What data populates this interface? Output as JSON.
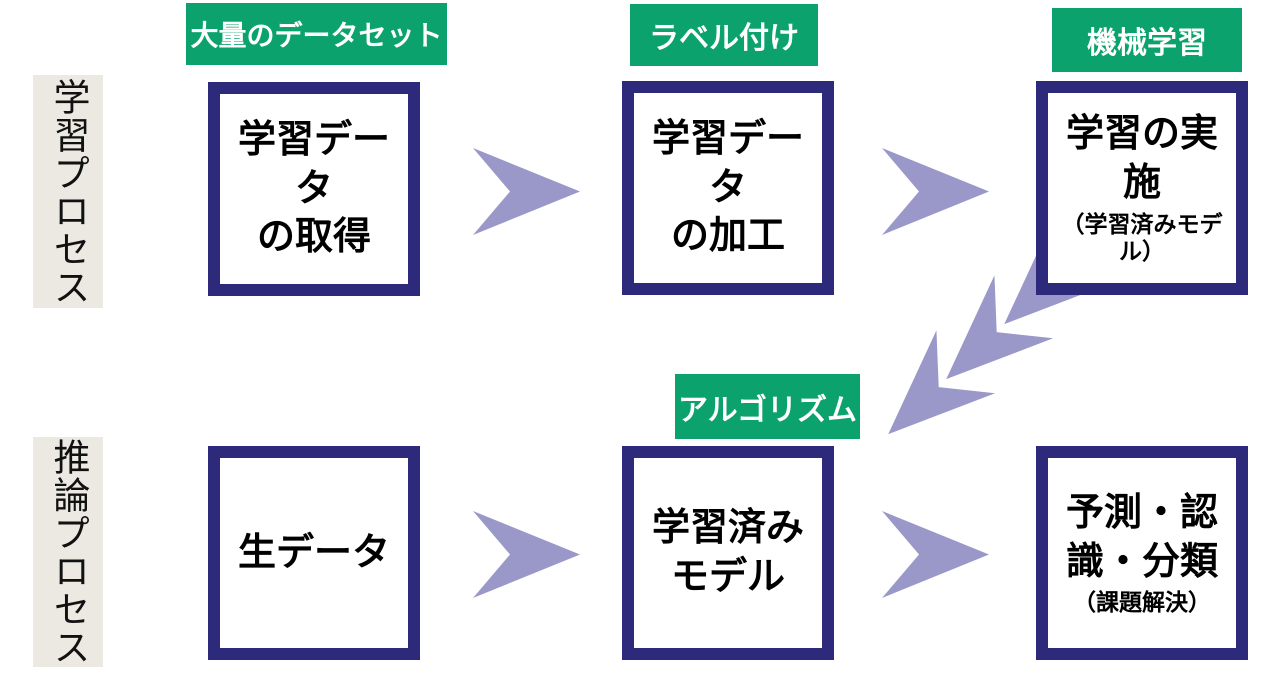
{
  "rows": [
    {
      "label": "学習プロセス"
    },
    {
      "label": "推論プロセス"
    }
  ],
  "tags": [
    {
      "text": "大量のデータセット"
    },
    {
      "text": "ラベル付け"
    },
    {
      "text": "機械学習"
    },
    {
      "text": "アルゴリズム"
    }
  ],
  "boxes": [
    {
      "lines": [
        "学習データ",
        "の取得"
      ]
    },
    {
      "lines": [
        "学習データ",
        "の加工"
      ]
    },
    {
      "lines": [
        "学習の実施"
      ],
      "note": "（学習済みモデル）"
    },
    {
      "lines": [
        "生データ"
      ]
    },
    {
      "lines": [
        "学習済み",
        "モデル"
      ]
    },
    {
      "lines": [
        "予測・認",
        "識・分類"
      ],
      "note": "（課題解決）"
    }
  ],
  "icons": {
    "flow_arrow": "chevron-right-arrow",
    "cascade_arrow": "triple-chevron-down-left-arrow"
  },
  "colors": {
    "box_border": "#2d2a7b",
    "tag_bg": "#0ca26d",
    "tag_text": "#ffffff",
    "arrow_fill": "#9a98c9",
    "row_label_bg": "#ece9e3",
    "text": "#000000"
  }
}
